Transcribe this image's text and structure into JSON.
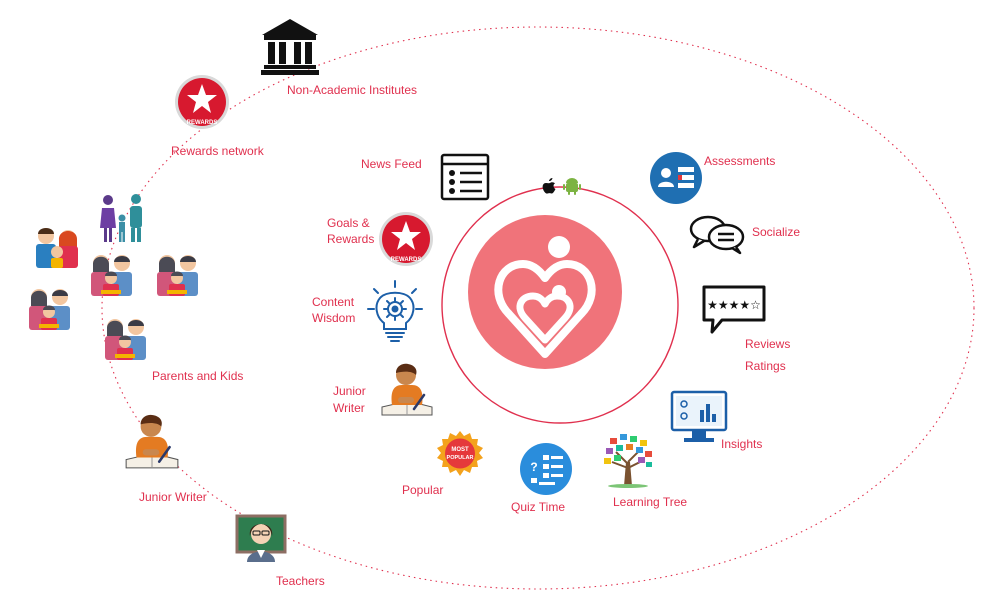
{
  "labels": {
    "non_academic": "Non-Academic Institutes",
    "rewards_network": "Rewards network",
    "news_feed": "News Feed",
    "goals_1": "Goals &",
    "goals_2": "Rewards",
    "content_1": "Content",
    "content_2": "Wisdom",
    "junior_writer_inner_1": "Junior",
    "junior_writer_inner_2": "Writer",
    "popular": "Popular",
    "quiz_time": "Quiz Time",
    "learning_tree": "Learning Tree",
    "insights": "Insights",
    "reviews": "Reviews",
    "ratings": "Ratings",
    "socialize": "Socialize",
    "assessments": "Assessments",
    "parents_kids": "Parents and Kids",
    "junior_writer_outer": "Junior Writer",
    "teachers": "Teachers"
  },
  "badges": {
    "rewards_text": "REWARDS",
    "popular_line1": "MOST",
    "popular_line2": "POPULAR"
  },
  "icons": {
    "institution": "bank-building-icon",
    "rewards": "star-badge-icon",
    "news_feed": "list-document-icon",
    "content": "lightbulb-gear-icon",
    "writer": "child-writing-icon",
    "popular": "most-popular-seal-icon",
    "quiz": "quiz-list-icon",
    "tree": "learning-tree-icon",
    "insights": "monitor-chart-icon",
    "reviews": "star-rating-bubble-icon",
    "socialize": "chat-bubbles-icon",
    "assessments": "assessment-card-icon",
    "platforms": "apple-android-icon",
    "family": "family-icon",
    "teacher": "teacher-icon",
    "center": "heart-people-logo-icon"
  },
  "colors": {
    "accent": "#e0304e",
    "logo_fill": "#f0737a",
    "blue": "#1c6cb0",
    "dark": "#1a1a1a"
  }
}
